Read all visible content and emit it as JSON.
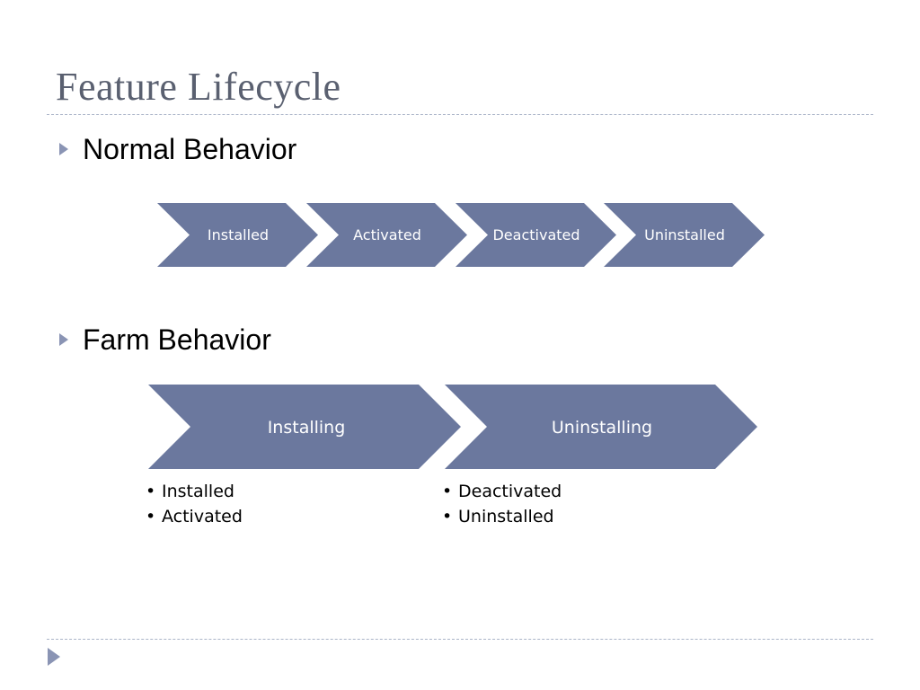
{
  "slide": {
    "title": "Feature Lifecycle"
  },
  "sections": [
    {
      "heading": "Normal Behavior",
      "stages": [
        "Installed",
        "Activated",
        "Deactivated",
        "Uninstalled"
      ]
    },
    {
      "heading": "Farm Behavior",
      "stages": [
        {
          "label": "Installing",
          "items": [
            "Installed",
            "Activated"
          ]
        },
        {
          "label": "Uninstalling",
          "items": [
            "Deactivated",
            "Uninstalled"
          ]
        }
      ]
    }
  ],
  "colors": {
    "chevron_fill": "#6b789e",
    "bullet_arrow": "#8a94b4",
    "rule": "#aab4c8",
    "title": "#5a6070"
  },
  "icons": {
    "bullet": "triangle-right-icon",
    "corner": "triangle-right-icon"
  }
}
